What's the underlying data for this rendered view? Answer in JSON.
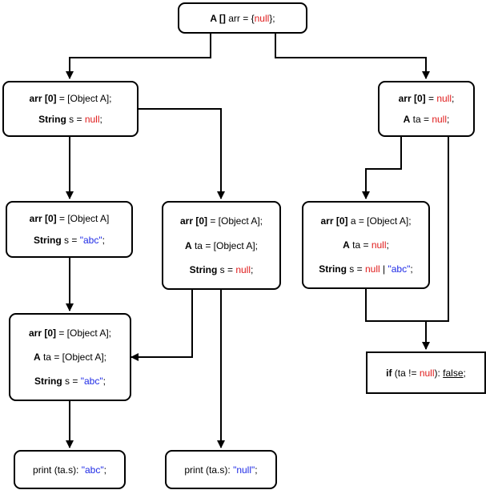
{
  "colors": {
    "null_value": "#e01b1b",
    "string_value": "#1f2be6",
    "stroke": "#000000"
  },
  "nodes": {
    "root": [
      {
        "k": "A []",
        "t": " arr = {",
        "r": "null",
        "t2": "};"
      }
    ],
    "left1": [
      {
        "k": "arr [0]",
        "t": " = [Object A];"
      },
      {
        "k": "String",
        "t": " s = ",
        "r": "null",
        "t2": ";"
      }
    ],
    "right1": [
      {
        "k": "arr [0]",
        "t": " = ",
        "r": "null",
        "t2": ";"
      },
      {
        "k": "A",
        "t": " ta = ",
        "r": "null",
        "t2": ";"
      }
    ],
    "ll2": [
      {
        "k": "arr [0]",
        "t": " = [Object A]"
      },
      {
        "k": "String",
        "t": " s = ",
        "b": "\"abc\"",
        "t2": ";"
      }
    ],
    "lm2": [
      {
        "k": "arr [0]",
        "t": " = [Object A];"
      },
      {
        "k": "A",
        "t": " ta = [Object A];"
      },
      {
        "k": "String",
        "t": " s = ",
        "r": "null",
        "t2": ";"
      }
    ],
    "r2": [
      {
        "k": "arr [0]",
        "t": " a = [Object A];"
      },
      {
        "k": "A",
        "t": " ta = ",
        "r": "null",
        "t2": ";"
      },
      {
        "k": "String",
        "t": " s = ",
        "r": "null",
        "t2": " | ",
        "b": "\"abc\"",
        "t3": ";"
      }
    ],
    "l3": [
      {
        "k": "arr [0]",
        "t": " = [Object A];"
      },
      {
        "k": "A",
        "t": " ta = [Object A];"
      },
      {
        "k": "String",
        "t": " s = ",
        "b": "\"abc\"",
        "t2": ";"
      }
    ],
    "if": [
      {
        "k": "if",
        "t": " (ta != ",
        "r": "null",
        "t2": "): ",
        "u": "false",
        "t3": ";"
      }
    ],
    "print1": [
      {
        "t": "print (ta.s): ",
        "b": "\"abc\"",
        "t2": ";"
      }
    ],
    "print2": [
      {
        "t": "print (ta.s): ",
        "b": "\"null\"",
        "t2": ";"
      }
    ]
  }
}
